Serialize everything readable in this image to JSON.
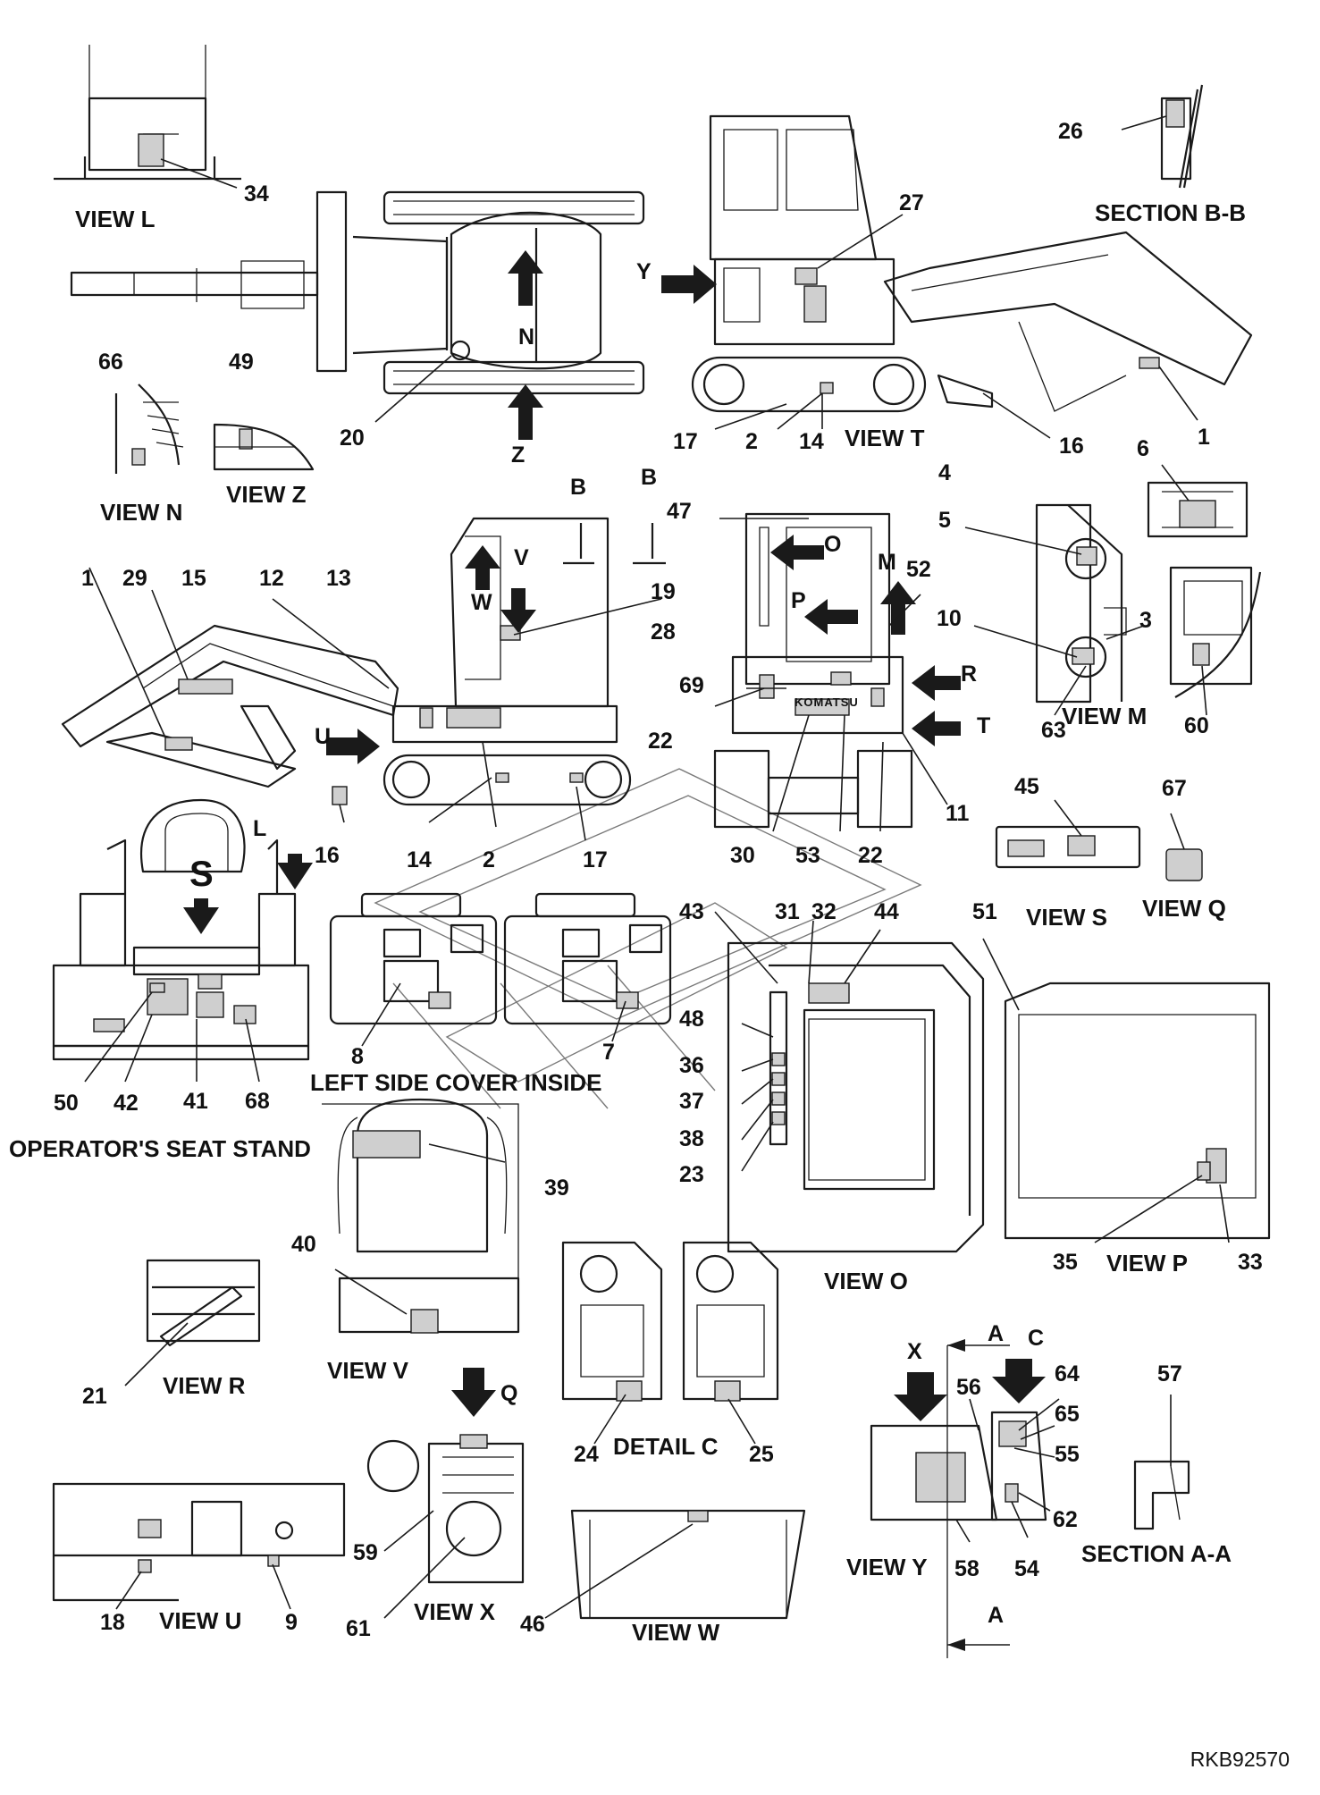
{
  "drawing_id": "RKB92570",
  "callouts": {
    "n1a": "1",
    "n1b": "1",
    "n2a": "2",
    "n2b": "2",
    "n3": "3",
    "n4": "4",
    "n5": "5",
    "n6": "6",
    "n7": "7",
    "n8": "8",
    "n9": "9",
    "n10": "10",
    "n11": "11",
    "n12": "12",
    "n13": "13",
    "n14a": "14",
    "n14b": "14",
    "n15": "15",
    "n16a": "16",
    "n16b": "16",
    "n17a": "17",
    "n17b": "17",
    "n18": "18",
    "n19": "19",
    "n20": "20",
    "n21": "21",
    "n22a": "22",
    "n22b": "22",
    "n23": "23",
    "n24": "24",
    "n25": "25",
    "n26": "26",
    "n27": "27",
    "n28": "28",
    "n29": "29",
    "n30": "30",
    "n31": "31",
    "n32": "32",
    "n33": "33",
    "n34": "34",
    "n35": "35",
    "n36": "36",
    "n37": "37",
    "n38": "38",
    "n39": "39",
    "n40": "40",
    "n41": "41",
    "n42": "42",
    "n43": "43",
    "n44": "44",
    "n45": "45",
    "n46": "46",
    "n47": "47",
    "n48": "48",
    "n49": "49",
    "n50": "50",
    "n51": "51",
    "n52": "52",
    "n53": "53",
    "n54": "54",
    "n55": "55",
    "n56": "56",
    "n57": "57",
    "n58": "58",
    "n59": "59",
    "n60": "60",
    "n61": "61",
    "n62": "62",
    "n63": "63",
    "n64": "64",
    "n65": "65",
    "n66": "66",
    "n67": "67",
    "n68": "68",
    "n69": "69"
  },
  "view_letters": {
    "B1": "B",
    "B2": "B",
    "A1": "A",
    "A2": "A",
    "C": "C",
    "X": "X",
    "Y": "Y",
    "Z": "Z",
    "N": "N",
    "S": "S",
    "Q": "Q",
    "V": "V",
    "W": "W",
    "U": "U",
    "L": "L",
    "O": "O",
    "M": "M",
    "P": "P",
    "R": "R",
    "T": "T"
  },
  "captions": {
    "view_l": "VIEW L",
    "section_bb": "SECTION B-B",
    "view_n": "VIEW N",
    "view_z": "VIEW Z",
    "view_t": "VIEW T",
    "view_m": "VIEW M",
    "view_s": "VIEW S",
    "view_q": "VIEW Q",
    "left_cover": "LEFT SIDE COVER INSIDE",
    "seat_stand": "OPERATOR'S SEAT STAND",
    "view_o": "VIEW O",
    "view_p": "VIEW P",
    "view_r": "VIEW R",
    "view_v": "VIEW V",
    "detail_c": "DETAIL C",
    "view_y": "VIEW Y",
    "section_aa": "SECTION A-A",
    "view_u": "VIEW U",
    "view_x": "VIEW X",
    "view_w": "VIEW W"
  },
  "decal_text": "KOMATSU"
}
